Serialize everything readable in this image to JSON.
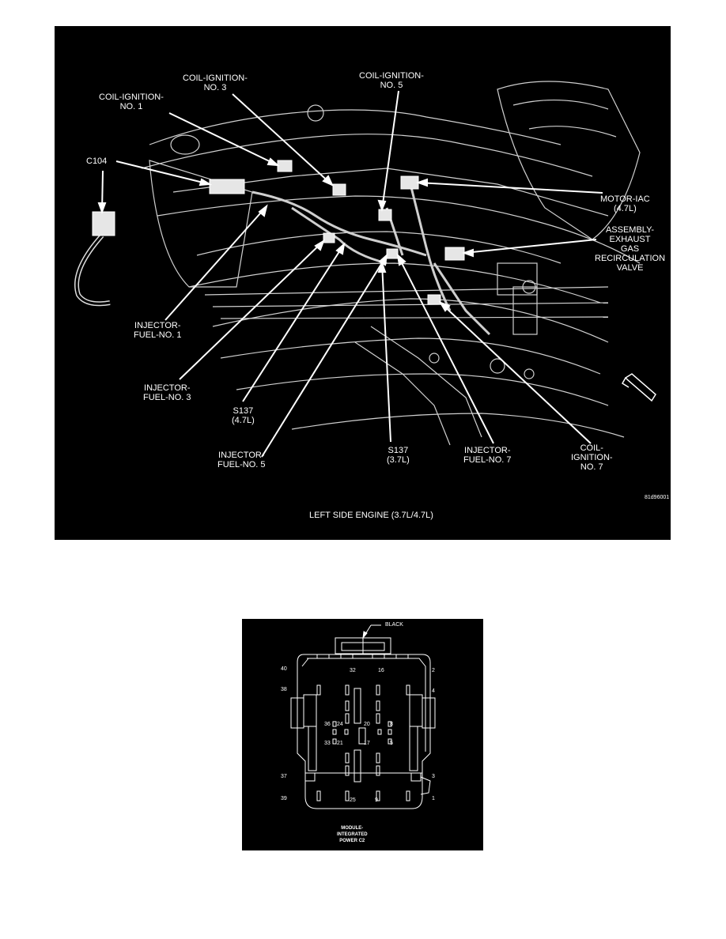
{
  "engine_figure": {
    "caption": "LEFT SIDE ENGINE (3.7L/4.7L)",
    "figure_code": "81d96001",
    "labels": {
      "coil_3": [
        "COIL-IGNITION-",
        "NO. 3"
      ],
      "coil_5": [
        "COIL-IGNITION-",
        "NO. 5"
      ],
      "coil_1": [
        "COIL-IGNITION-",
        "NO. 1"
      ],
      "c104": [
        "C104"
      ],
      "motor_iac": [
        "MOTOR-IAC",
        "(4.7L)"
      ],
      "egr": [
        "ASSEMBLY-",
        "EXHAUST",
        "GAS",
        "RECIRCULATION",
        "VALVE"
      ],
      "inj_1": [
        "INJECTOR-",
        "FUEL-NO. 1"
      ],
      "inj_3": [
        "INJECTOR-",
        "FUEL-NO. 3"
      ],
      "s137_47": [
        "S137",
        "(4.7L)"
      ],
      "inj_5": [
        "INJECTOR-",
        "FUEL-NO. 5"
      ],
      "s137_37": [
        "S137",
        "(3.7L)"
      ],
      "inj_7": [
        "INJECTOR-",
        "FUEL-NO. 7"
      ],
      "coil_7": [
        "COIL-",
        "IGNITION-",
        "NO. 7"
      ]
    }
  },
  "connector_figure": {
    "color_label": "BLACK",
    "module_label": [
      "MODULE-",
      "INTEGRATED",
      "POWER C2"
    ],
    "pins": {
      "p40": "40",
      "p32": "32",
      "p16": "16",
      "p2": "2",
      "p38": "38",
      "p4": "4",
      "p36": "36",
      "p24": "24",
      "p20": "20",
      "p8": "8",
      "p33": "33",
      "p21": "21",
      "p17": "17",
      "p5": "5",
      "p37": "37",
      "p3": "3",
      "p39": "39",
      "p25": "25",
      "p9": "9",
      "p1": "1"
    }
  }
}
